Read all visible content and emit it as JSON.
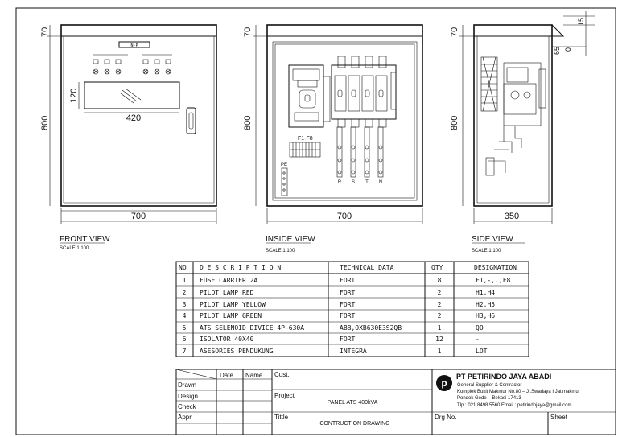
{
  "views": {
    "front": {
      "title": "FRONT VIEW",
      "scale": "SCALE 1:100",
      "dim_width": "700",
      "dim_height": "800",
      "dim_top": "70",
      "dim_window_h": "120",
      "dim_window_w": "420",
      "nameplate": "N-P"
    },
    "inside": {
      "title": "INSIDE VIEW",
      "scale": "SCALE 1:100",
      "dim_width": "700",
      "dim_height": "800",
      "dim_top": "70",
      "fuse_label": "F1-F8",
      "pe_label": "PE",
      "phases": [
        "R",
        "S",
        "T",
        "N"
      ]
    },
    "side": {
      "title": "SIDE VIEW",
      "scale": "SCALE 1:100",
      "dim_width": "350",
      "dim_height": "800",
      "dim_top": "70",
      "dim_roof": "15",
      "dim_offset": "65",
      "dim_zero": "0"
    }
  },
  "table": {
    "headers": [
      "NO",
      "D E S C R I P T I O N",
      "TECHNICAL DATA",
      "QTY",
      "DESIGNATION"
    ],
    "rows": [
      [
        "1",
        "FUSE CARRIER 2A",
        "FORT",
        "8",
        "F1,-,.,F8"
      ],
      [
        "2",
        "PILOT LAMP RED",
        "FORT",
        "2",
        "H1,H4"
      ],
      [
        "3",
        "PILOT LAMP YELLOW",
        "FORT",
        "2",
        "H2,H5"
      ],
      [
        "4",
        "PILOT LAMP GREEN",
        "FORT",
        "2",
        "H3,H6"
      ],
      [
        "5",
        "ATS SELENOID DIVICE 4P-630A",
        "ABB,OXB630E3S2QB",
        "1",
        "QO"
      ],
      [
        "6",
        "ISOLATOR 40X40",
        "FORT",
        "12",
        "-"
      ],
      [
        "7",
        "ASESORIES PENDUKUNG",
        "INTEGRA",
        "1",
        "LOT"
      ]
    ]
  },
  "title_block": {
    "col_date": "Date",
    "col_name": "Name",
    "row_drawn": "Drawn",
    "row_design": "Design",
    "row_check": "Check",
    "row_appr": "Appr.",
    "cust_label": "Cust.",
    "project_label": "Project",
    "project_value": "PANEL ATS 400kVA",
    "title_label": "Tittle",
    "title_value": "CONTRUCTION DRAWING",
    "drg_label": "Drg No.",
    "sheet_label": "Sheet",
    "company": {
      "name": "PT PETIRINDO JAYA ABADI",
      "line1": "General Supplier & Contractor",
      "line2": "Komplek Bukit Makmur No.80 – Jl.Swadaya I Jatimakmur",
      "line3": "Pondok Gede – Bekasi 17413",
      "line4": "Tlp : 021 8498 5560   Email : petirindojaya@gmail.com",
      "logo_letter": "p"
    }
  }
}
